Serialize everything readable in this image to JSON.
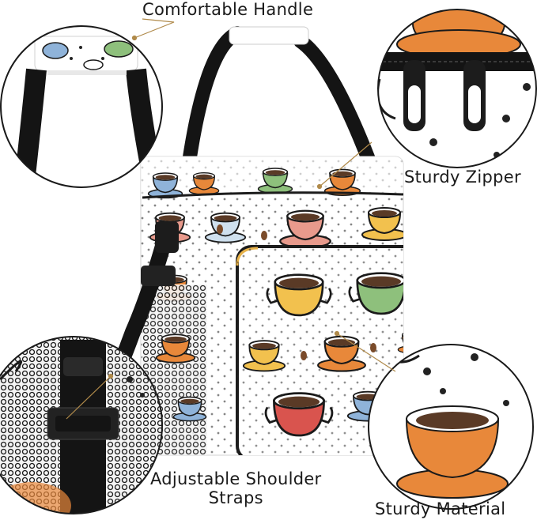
{
  "labels": {
    "comfortable_handle": "Comfortable Handle",
    "sturdy_zipper": "Sturdy Zipper",
    "adjustable_shoulder_straps_line1": "Adjustable Shoulder",
    "adjustable_shoulder_straps_line2": "Straps",
    "sturdy_material": "Sturdy Material"
  },
  "colors": {
    "strap": "#141414",
    "cup_orange": "#e8883a",
    "cup_red": "#d9544e",
    "cup_yellow": "#f2c14e",
    "cup_green": "#8ec07c",
    "cup_blue": "#8fb3d9",
    "cup_pink": "#e89a8c",
    "coffee": "#5a3a26",
    "leader_line": "#b08a4a"
  }
}
